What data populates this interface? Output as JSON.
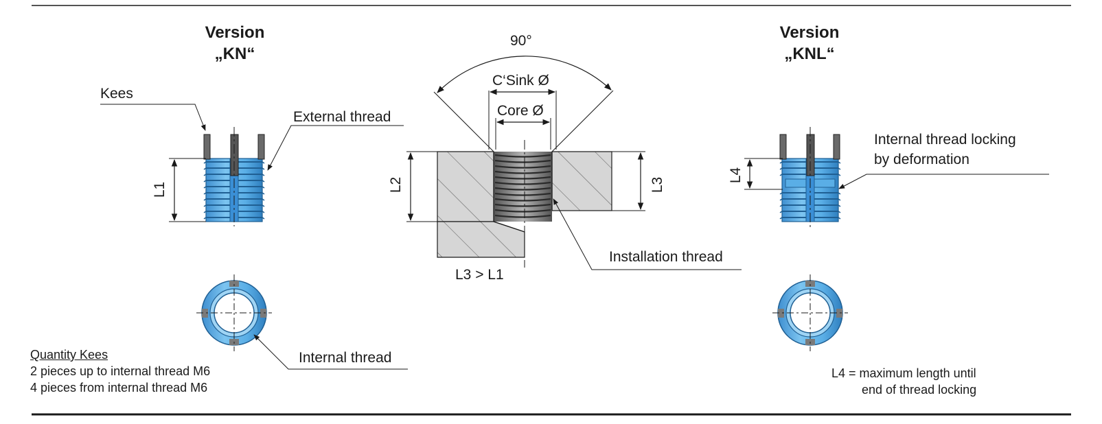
{
  "version_kn": {
    "line1": "Version",
    "line2": "„KN“"
  },
  "version_knl": {
    "line1": "Version",
    "line2": "„KNL“"
  },
  "labels": {
    "kees": "Kees",
    "external_thread": "External thread",
    "internal_thread": "Internal thread",
    "installation_thread": "Installation thread",
    "locking_line1": "Internal thread locking",
    "locking_line2": "by deformation",
    "angle": "90°",
    "csink": "C‘Sink Ø",
    "core": "Core Ø",
    "l1": "L1",
    "l2": "L2",
    "l3": "L3",
    "l4": "L4",
    "l3_gt_l1": "L3 > L1"
  },
  "quantity": {
    "heading": "Quantity Kees",
    "line1": "2 pieces up to internal thread M6",
    "line2": "4 pieces from internal thread M6"
  },
  "l4_note": {
    "line1": "L4 = maximum length until",
    "line2": "end of thread locking"
  },
  "colors": {
    "insert_blue": "#5aaee6",
    "insert_dark": "#2f7fbf",
    "key_gray": "#6a6a6a",
    "hatch_fill": "#d6d6d6",
    "line": "#1a1a1a"
  }
}
